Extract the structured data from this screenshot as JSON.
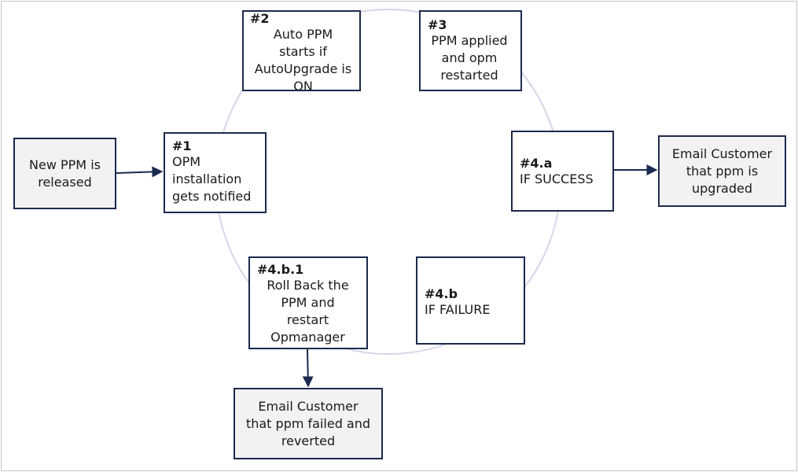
{
  "colors": {
    "border": "#1b2a4e",
    "arrow": "#1b2a4e",
    "cycle": "#d6d6ea",
    "grey_fill": "#f2f2f2"
  },
  "nodes": {
    "new_ppm": {
      "text": "New PPM is\nreleased"
    },
    "step1": {
      "label": "#1",
      "text": "OPM\ninstallation\ngets notified"
    },
    "step2": {
      "label": "#2",
      "text": "Auto PPM\nstarts if\nAutoUpgrade is\nON"
    },
    "step3": {
      "label": "#3",
      "text": "PPM applied\nand opm\nrestarted"
    },
    "step4a": {
      "label": "#4.a",
      "text": "IF SUCCESS"
    },
    "email_upgraded": {
      "text": "Email Customer\nthat ppm is\nupgraded"
    },
    "step4b": {
      "label": "#4.b",
      "text": "IF FAILURE"
    },
    "step4b1": {
      "label": "#4.b.1",
      "text": "Roll Back the\nPPM and\nrestart\nOpmanager"
    },
    "email_failed": {
      "text": "Email Customer\nthat ppm failed and\nreverted"
    }
  }
}
